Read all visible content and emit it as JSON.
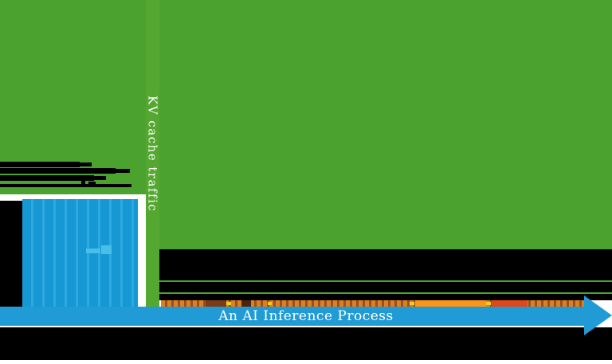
{
  "y_axis": {
    "label": "KV cache traffic"
  },
  "x_axis": {
    "label": "An AI Inference Process"
  },
  "colors": {
    "background_green": "#4CA22E",
    "axis_bar_green": "#54A831",
    "prefill_blue": "#1598D4",
    "prefill_stripe_blue": "#2FA9DF",
    "prefill_highlight_blue": "#49BEE9",
    "timeline_arrow_blue": "#209BD5",
    "token_band_orange": "#DD8120",
    "token_band_stripe_brown": "#9E4E1C",
    "token_segment_bright_orange": "#FB9417",
    "token_segment_red": "#E2471A",
    "token_segment_yellow": "#F2CE1B",
    "redaction_black": "#000000",
    "label_white": "#FFFFFF"
  },
  "chart_data": {
    "type": "area",
    "title": "",
    "xlabel": "An AI Inference Process",
    "ylabel": "KV cache traffic",
    "x_axis_style": "full-width right-pointing blue arrow timeline, no ticks, no numeric scale",
    "y_axis_style": "vertical green bar at x~190px, no ticks, no numeric scale",
    "legend": "none",
    "regions": [
      {
        "name": "green traffic area",
        "fill": "solid green",
        "x_extent": "entire timeline",
        "y_extent": "fills chart to top (saturated KV cache traffic)"
      },
      {
        "name": "blue striped block",
        "fill": "vertical-striped blue",
        "x_extent": "start of timeline (x 28-173)",
        "y_extent": "lower half (y 250-386)",
        "detail": "small light-blue marks near its center"
      },
      {
        "name": "token stream band",
        "fill": "orange/brown vertical stripes with yellow dashes, one bright-orange segment and one red segment",
        "x_extent": "x 202-735 just above timeline arrow"
      }
    ],
    "annotations": [
      {
        "name": "redacted text block",
        "position": "left side above blue block (y 203-235), four black bars of varying length"
      },
      {
        "name": "redacted rows",
        "position": "right of y-axis bar (y 313-377), black bands separated by two thin green rules"
      },
      {
        "name": "redacted footer band",
        "position": "full-width black band below timeline arrow (y 411-452)"
      },
      {
        "name": "black column",
        "position": "left edge beside blue block (x 0-28, y 252-386)"
      }
    ]
  }
}
